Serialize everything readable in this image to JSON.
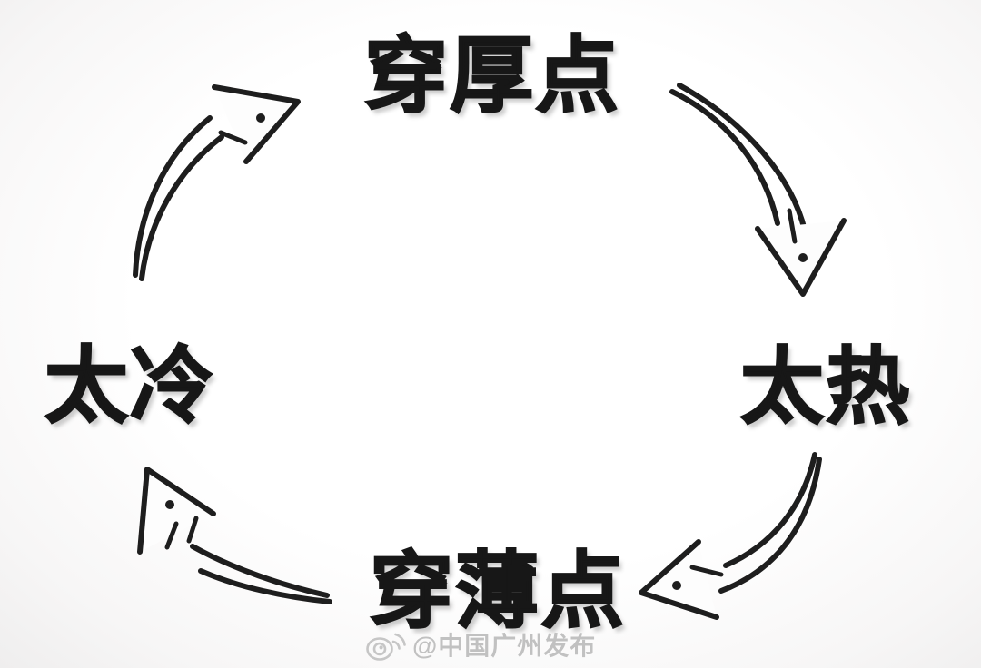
{
  "cycle": {
    "nodes": [
      {
        "position": "top",
        "label": "穿厚点"
      },
      {
        "position": "right",
        "label": "太热"
      },
      {
        "position": "bottom",
        "label": "穿薄点"
      },
      {
        "position": "left",
        "label": "太冷"
      }
    ],
    "arrows": [
      {
        "from": "穿厚点",
        "to": "太热",
        "direction": "clockwise"
      },
      {
        "from": "太热",
        "to": "穿薄点",
        "direction": "clockwise"
      },
      {
        "from": "穿薄点",
        "to": "太冷",
        "direction": "clockwise"
      },
      {
        "from": "太冷",
        "to": "穿厚点",
        "direction": "clockwise"
      }
    ]
  },
  "watermark": {
    "icon": "weibo-logo",
    "handle": "@中国广州发布"
  },
  "colors": {
    "background": "#fafafa",
    "text": "#171717",
    "arrow": "#1e1e1e",
    "watermark": "#bdbdbd"
  }
}
